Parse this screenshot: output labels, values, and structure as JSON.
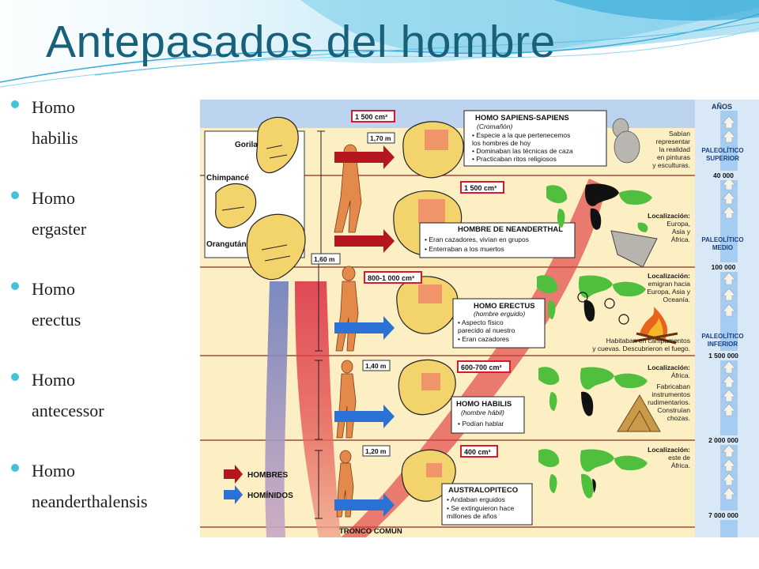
{
  "slide": {
    "title": "Antepasados del hombre",
    "bullets": [
      {
        "line1": "Homo",
        "line2": "habilis"
      },
      {
        "line1": "Homo",
        "line2": "ergaster"
      },
      {
        "line1": "Homo",
        "line2": "erectus"
      },
      {
        "line1": "Homo",
        "line2": "antecessor"
      },
      {
        "line1": "Homo",
        "line2": "neanderthalensis"
      }
    ]
  },
  "infographic": {
    "apes": [
      "Gorila",
      "Chimpancé",
      "Orangután"
    ],
    "scale_header": "AÑOS",
    "scale": [
      {
        "period": [
          "PALEOLÍTICO",
          "SUPERIOR"
        ]
      },
      {
        "value": "40 000"
      },
      {
        "period": [
          "PALEOLÍTICO",
          "MEDIO"
        ]
      },
      {
        "value": "100 000"
      },
      {
        "period": [
          "PALEOLÍTICO",
          "INFERIOR"
        ]
      },
      {
        "value": "1 500 000"
      },
      {
        "value": "2 000 000"
      },
      {
        "value": "7 000 000"
      }
    ],
    "species": [
      {
        "name": "HOMO SAPIENS-SAPIENS",
        "subtitle": "(Cromañón)",
        "brain": "1 500 cm³",
        "height": "1,70 m",
        "facts": [
          "• Especie a la que pertenecemos",
          "  los hombres de hoy",
          "• Dominaban las técnicas de caza",
          "• Practicaban ritos religiosos"
        ],
        "notes": [
          "Sabían",
          "representar",
          "la realidad",
          "en pinturas",
          "y esculturas."
        ]
      },
      {
        "name": "HOMBRE DE NEANDERTHAL",
        "brain": "1 500 cm³",
        "facts": [
          "• Eran cazadores, vivían en grupos",
          "• Enterraban a los muertos"
        ],
        "notes": [
          "Localización:",
          "Europa,",
          "Asia y",
          "África."
        ]
      },
      {
        "name": "HOMO ERECTUS",
        "subtitle": "(hombre erguido)",
        "brain": "800-1 000 cm³",
        "height": "1,60 m",
        "facts": [
          "• Aspecto físico",
          "  parecido al nuestro",
          "• Eran cazadores"
        ],
        "notes": [
          "Localización:",
          "emigran hacia",
          "Europa, Asia y",
          "Oceanía."
        ],
        "extra": [
          "Habitaban en campamentos",
          "y cuevas. Descubrieron el fuego."
        ]
      },
      {
        "name": "HOMO HABILIS",
        "subtitle": "(hombre hábil)",
        "brain": "600-700 cm³",
        "height": "1,40 m",
        "facts": [
          "• Podían hablar"
        ],
        "notes": [
          "Localización:",
          "África.",
          "Fabricaban",
          "instrumentos",
          "rudimentarios.",
          "Construían",
          "chozas."
        ]
      },
      {
        "name": "AUSTRALOPITECO",
        "brain": "400 cm³",
        "height": "1,20 m",
        "facts": [
          "• Andaban erguidos",
          "• Se extinguieron hace",
          "  millones de años"
        ],
        "notes": [
          "Localización:",
          "este de",
          "África."
        ]
      }
    ],
    "legend": {
      "hombres": "HOMBRES",
      "hominidos": "HOMÍNIDOS"
    },
    "trunk_label": "TRONCO COMÚN"
  },
  "colors": {
    "title": "#17617a",
    "bullet": "#45c1dc",
    "band": "#fdefc4",
    "lane": "#d8e8f7",
    "trunk": "#d9203a",
    "badge": "#d8192f",
    "red_arrow": "#b5161f",
    "blue_arrow": "#2c71d6",
    "map_green": "#4fbf3d"
  }
}
